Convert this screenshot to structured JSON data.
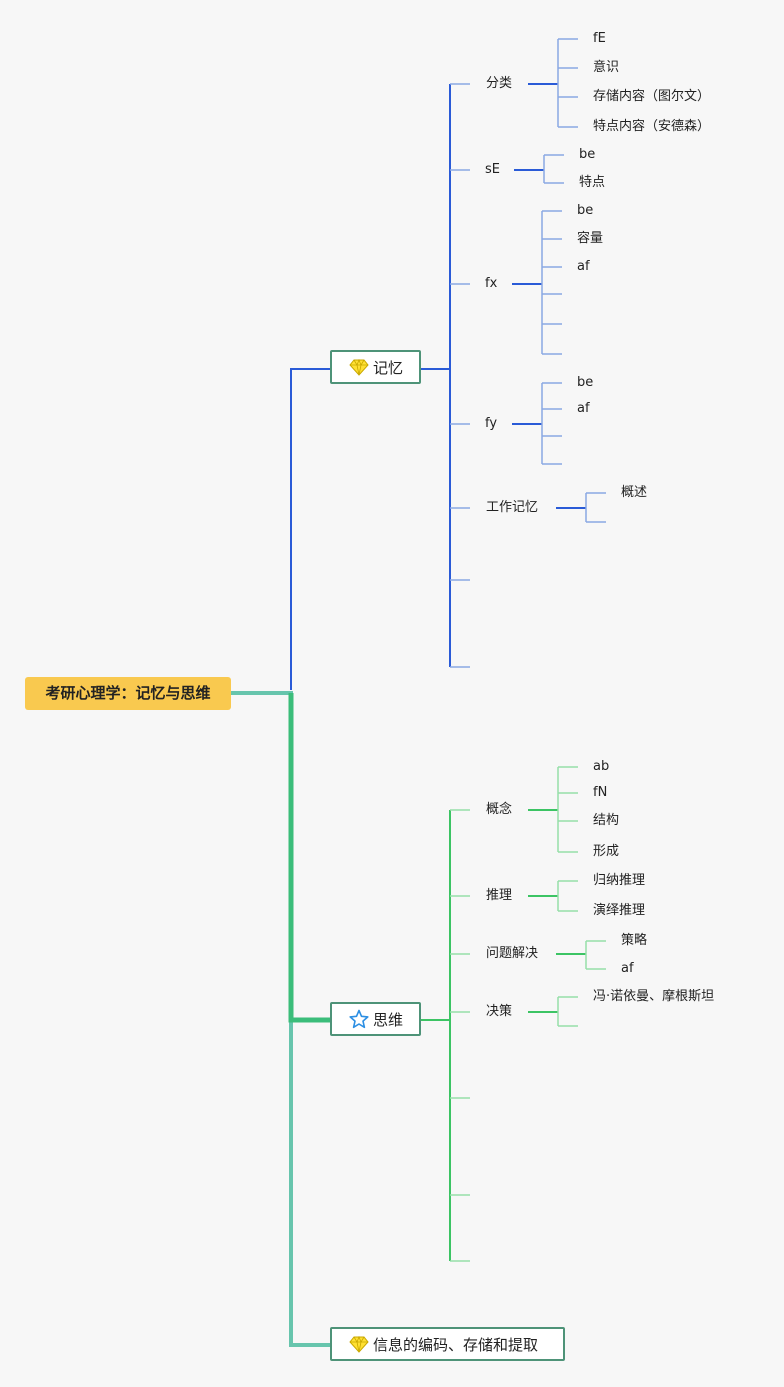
{
  "root": {
    "label": "考研心理学：记忆与思维"
  },
  "memory": {
    "label": "记忆",
    "branches": [
      {
        "label": "分类",
        "children": [
          "fE",
          "意识",
          "存储内容（图尔文）",
          "特点内容（安德森）"
        ]
      },
      {
        "label": "sE",
        "children": [
          "be",
          "特点"
        ]
      },
      {
        "label": "fx",
        "children": [
          "be",
          "容量",
          "af",
          "",
          "",
          ""
        ]
      },
      {
        "label": "fy",
        "children": [
          "be",
          "af",
          "",
          ""
        ]
      },
      {
        "label": "工作记忆",
        "children": [
          "概述",
          ""
        ]
      },
      {
        "label": "",
        "children": []
      },
      {
        "label": "",
        "children": []
      }
    ]
  },
  "thinking": {
    "label": "思维",
    "branches": [
      {
        "label": "概念",
        "children": [
          "ab",
          "fN",
          "结构",
          "形成"
        ]
      },
      {
        "label": "推理",
        "children": [
          "归纳推理",
          "演绎推理"
        ]
      },
      {
        "label": "问题解决",
        "children": [
          "策略",
          "af"
        ]
      },
      {
        "label": "决策",
        "children": [
          "冯·诺依曼、摩根斯坦",
          ""
        ]
      },
      {
        "label": "",
        "children": []
      },
      {
        "label": "",
        "children": []
      },
      {
        "label": "",
        "children": []
      }
    ]
  },
  "encoding": {
    "label": "信息的编码、存储和提取"
  },
  "icons": {
    "memory": "diamond-icon",
    "thinking": "star-icon",
    "encoding": "diamond-icon"
  },
  "colors": {
    "root": "#f9c94f",
    "memory_line": "#2a5bd7",
    "memory_light": "#8aa8e4",
    "thinking_line": "#3cc464",
    "thinking_light": "#96dfa8",
    "trunk": "#5fc7a2"
  }
}
